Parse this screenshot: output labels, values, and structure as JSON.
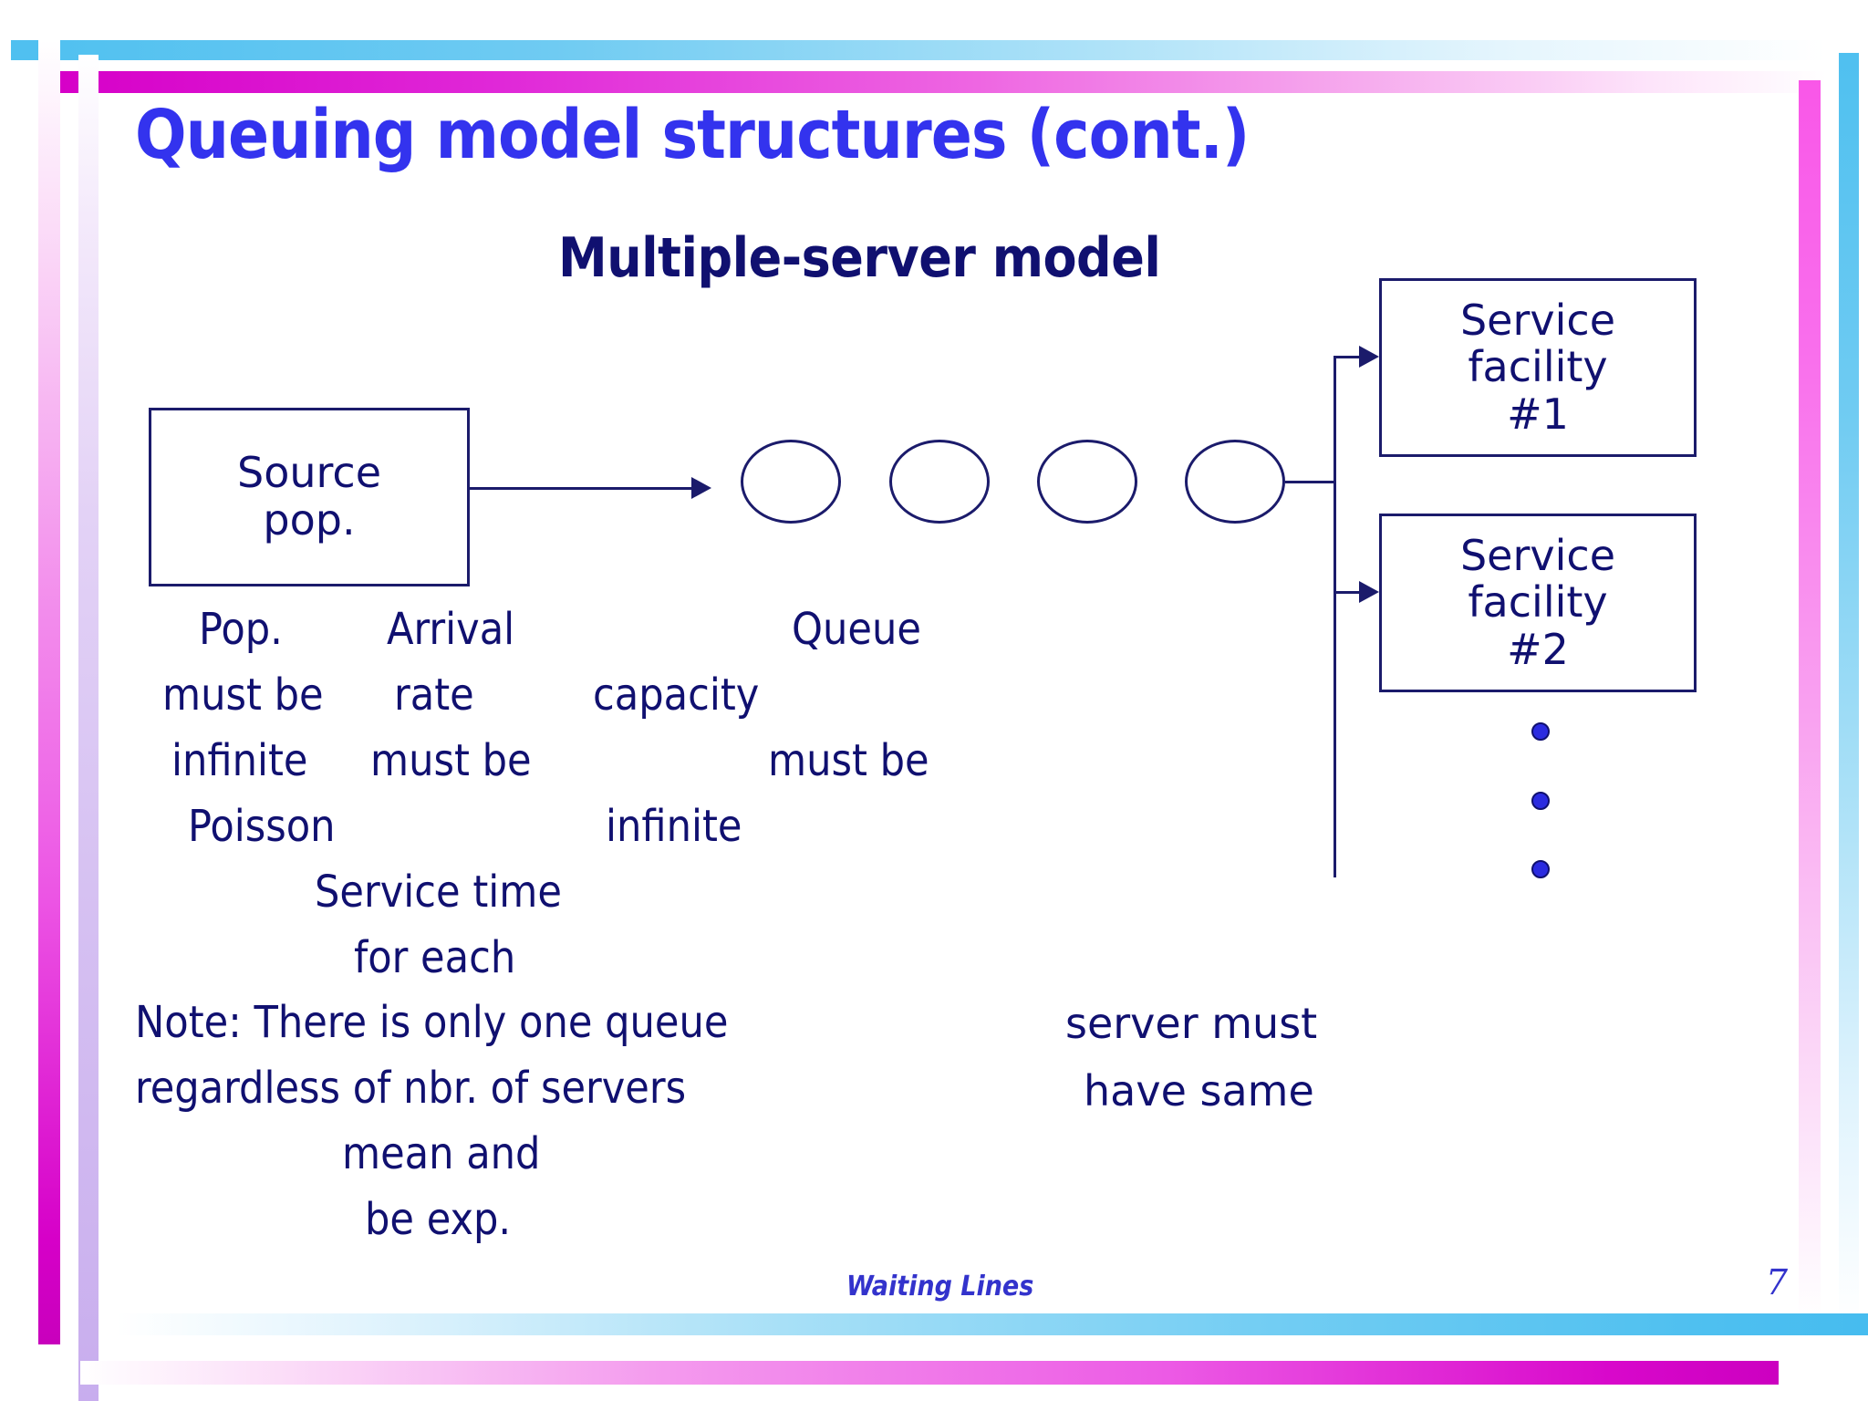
{
  "slide": {
    "title": "Queuing model structures (cont.)",
    "subtitle": "Multiple-server model",
    "footer_text": "Waiting Lines",
    "page_number": "7",
    "title_color": "#3333EE",
    "body_color": "#101070",
    "accent_blue": "#4FC0F0",
    "accent_magenta": "#D600C8",
    "dot_color": "#2B2BE0"
  },
  "diagram": {
    "source_box": {
      "line1": "Source",
      "line2": "pop."
    },
    "facility_1": {
      "line1": "Service",
      "line2": "facility",
      "line3": "#1"
    },
    "facility_2": {
      "line1": "Service",
      "line2": "facility",
      "line3": "#2"
    },
    "queue_circle_count": 4,
    "ellipsis_dot_count": 3
  },
  "annotations": {
    "population": {
      "l1": "Pop.",
      "l2": "must be",
      "l3": "infinite",
      "l4": "Poisson"
    },
    "arrival": {
      "l1": "Arrival",
      "l2": "rate",
      "l3": "must be"
    },
    "queue": {
      "l1": "Queue",
      "l2": "capacity",
      "l3": "must be",
      "l4": "infinite"
    },
    "service_time": {
      "l1": "Service time",
      "l2": "for each",
      "l3": "server must",
      "l4": "have same",
      "l5": "mean and",
      "l6": "be exp."
    },
    "note": {
      "l1": "Note:  There is only one queue",
      "l2": "regardless of nbr. of servers"
    }
  }
}
